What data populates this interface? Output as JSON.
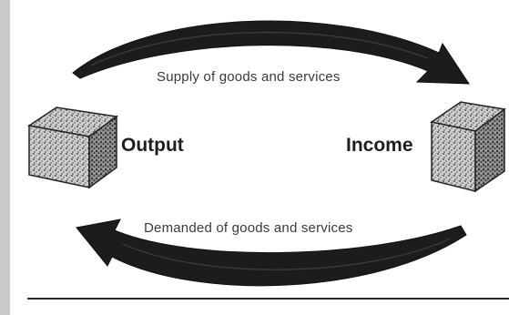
{
  "diagram": {
    "nodes": [
      {
        "id": "output",
        "label": "Output",
        "icon": "cube-icon"
      },
      {
        "id": "income",
        "label": "Income",
        "icon": "cube-icon"
      }
    ],
    "flows": [
      {
        "id": "supply",
        "from": "output",
        "to": "income",
        "label": "Supply of goods and services"
      },
      {
        "id": "demand",
        "from": "income",
        "to": "output",
        "label": "Demanded of goods and services"
      }
    ],
    "colors": {
      "arrow": "#1c1c1c",
      "cube_dark": "#3a3a3a",
      "cube_light": "#d8d8d8",
      "side_bar": "#c9c9c9"
    }
  }
}
